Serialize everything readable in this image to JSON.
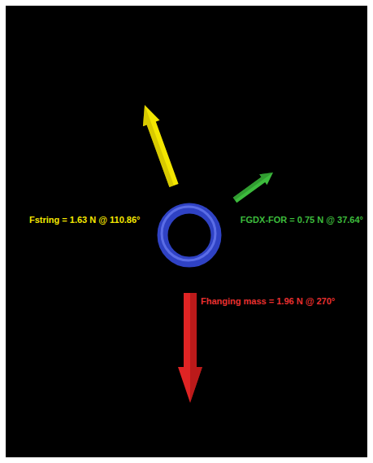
{
  "diagram": {
    "labels": [
      "Fstring = 1.63 N @ 110.86°",
      "FGDX-FOR = 0.75 N @ 37.64°",
      "Fhanging mass = 1.96 N @ 270°"
    ]
  }
}
